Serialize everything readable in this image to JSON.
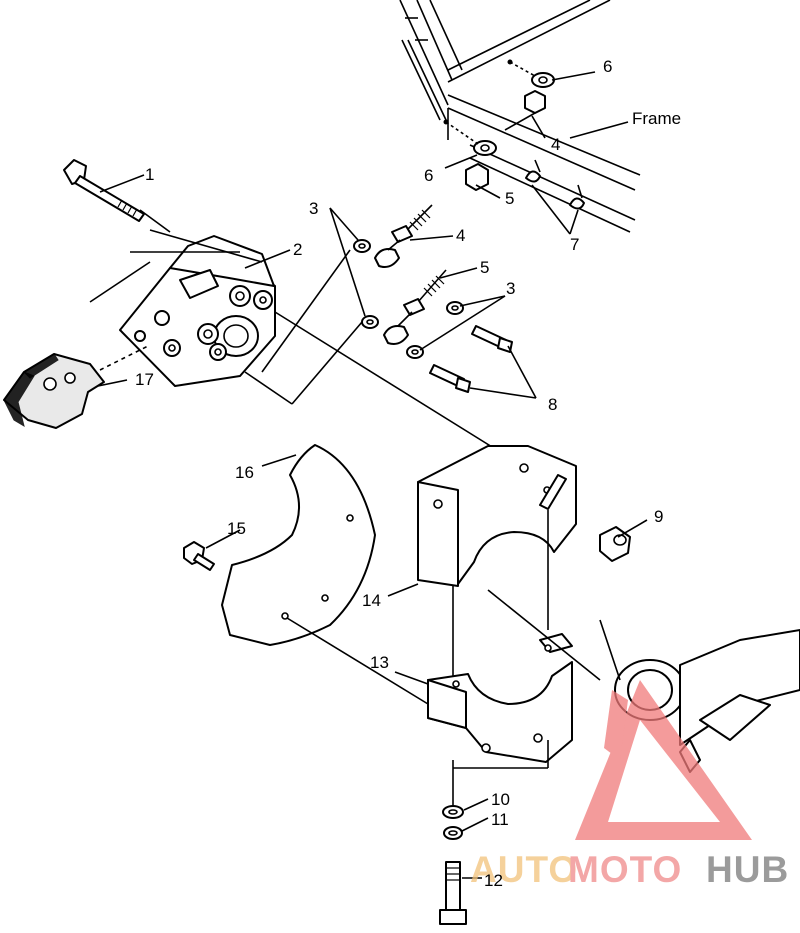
{
  "callouts": {
    "c1": "1",
    "c2": "2",
    "c3a": "3",
    "c3b": "3",
    "c4a": "4",
    "c4b": "4",
    "c5a": "5",
    "c5b": "5",
    "c6a": "6",
    "c6b": "6",
    "c7": "7",
    "c8": "8",
    "c9": "9",
    "c10": "10",
    "c11": "11",
    "c12": "12",
    "c13": "13",
    "c14": "14",
    "c15": "15",
    "c16": "16",
    "c17": "17",
    "frame": "Frame"
  },
  "watermark": {
    "part1": "AUTO",
    "part2": "MOTO",
    "part3": "HUB",
    "colors": {
      "auto": "#f2c27a",
      "moto": "#f08a8a",
      "hub": "#7a7a7a",
      "triangle": "#f07a7a"
    }
  }
}
